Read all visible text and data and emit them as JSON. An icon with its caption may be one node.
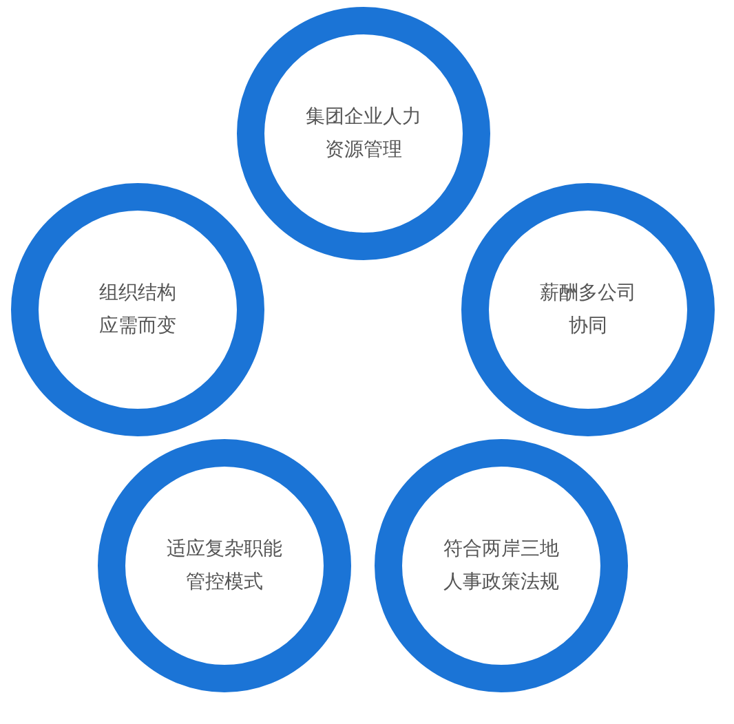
{
  "diagram": {
    "nodes": [
      {
        "text": [
          "集团企业人力资源管理"
        ]
      },
      {
        "text": [
          "组织结构应需而变"
        ]
      },
      {
        "text": [
          "薪酬多公司协同"
        ]
      },
      {
        "text": [
          "适应复杂职能管控模式"
        ]
      },
      {
        "text": [
          "符合两岸三地人事政策法规"
        ]
      }
    ]
  }
}
